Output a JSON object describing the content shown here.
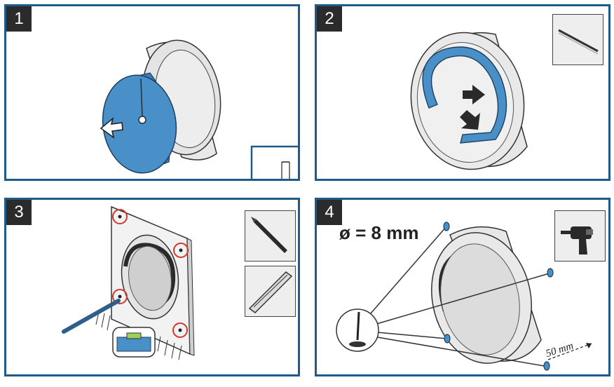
{
  "colors": {
    "border": "#1f5a8a",
    "accent_blue": "#4a90c8",
    "marker_red": "#d0392b",
    "step_badge": "#2b2b2b"
  },
  "steps": [
    {
      "number": "1",
      "icons": [
        "filter-plate-icon",
        "remove-arrow-icon"
      ]
    },
    {
      "number": "2",
      "icons": [
        "seal-strip-icon",
        "rotate-arrows-icon"
      ]
    },
    {
      "number": "3",
      "icons": [
        "pencil-icon",
        "spirit-level-icon"
      ]
    },
    {
      "number": "4",
      "icons": [
        "drill-icon",
        "dowel-icon"
      ],
      "diameter_label": "ø = 8 mm",
      "distance_label": "50 mm"
    }
  ]
}
